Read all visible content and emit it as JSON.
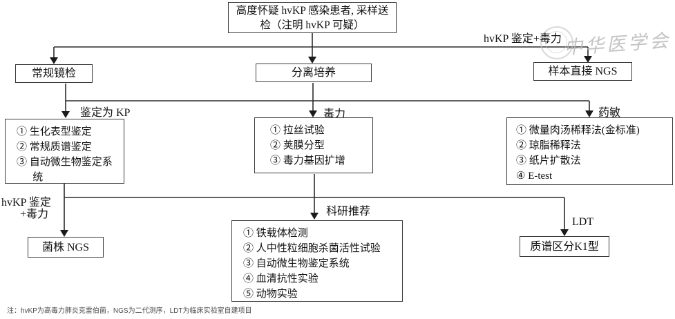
{
  "colors": {
    "line": "#2b2b2b",
    "box_border": "#3a3a3a",
    "text": "#111111",
    "watermark": "#b5b5b5",
    "note": "#4a4a4a"
  },
  "flowchart": {
    "top_box": "高度怀疑 hvKP 感染患者, 采样送检（注明 hvKP 可疑）",
    "row2": {
      "microscopy": "常规镜检",
      "culture": "分离培养",
      "direct_ngs": "样本直接 NGS"
    },
    "labels": {
      "top_right": "hvKP 鉴定+毒力",
      "id_kp": "鉴定为 KP",
      "virulence": "毒力",
      "ast": "药敏",
      "left_line1": "hvKP 鉴定",
      "left_line2": "+毒力",
      "research": "科研推荐",
      "ldt": "LDT"
    },
    "kp_id_box": [
      "① 生化表型鉴定",
      "② 常规质谱鉴定",
      "③ 自动微生物鉴定系统"
    ],
    "virulence_box": [
      "① 拉丝试验",
      "② 荚膜分型",
      "③ 毒力基因扩增"
    ],
    "ast_box": [
      "① 微量肉汤稀释法(金标准)",
      "② 琼脂稀释法",
      "③ 纸片扩散法",
      "④ E-test"
    ],
    "strain_ngs_box": "菌株 NGS",
    "research_box": [
      "① 铁载体检测",
      "② 人中性粒细胞杀菌活性试验",
      "③ 自动微生物鉴定系统",
      "④ 血清抗性实验",
      "⑤ 动物实验"
    ],
    "maldi_box": "质谱区分K1型"
  },
  "watermark": "中华医学会",
  "footnote": "注：hvKP为高毒力肺炎克雷伯菌，NGS为二代测序，LDT为临床实验室自建项目"
}
